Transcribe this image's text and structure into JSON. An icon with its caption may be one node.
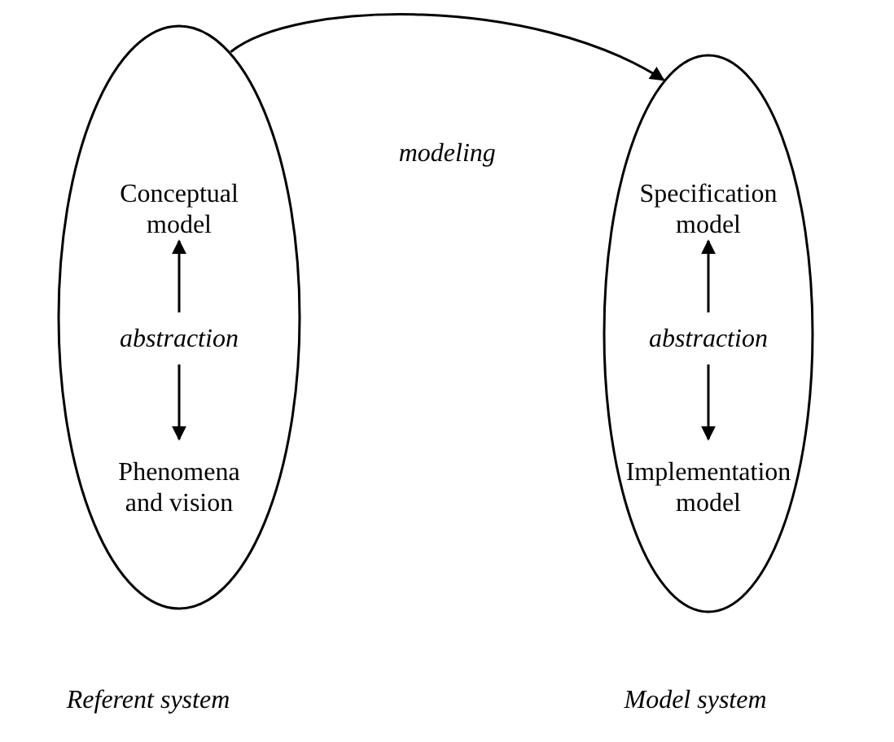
{
  "diagram": {
    "nodes": [
      {
        "text": [],
        "shape": "ellipse",
        "beside": [
          "Referent system"
        ]
      },
      {
        "text": [
          "Conceptual model"
        ],
        "in": 0
      },
      {
        "text": [
          "abstraction"
        ],
        "in": 0
      },
      {
        "text": [
          "Phenomena and vision"
        ],
        "in": 0
      },
      {
        "text": [],
        "shape": "ellipse",
        "beside": [
          "Model system"
        ]
      },
      {
        "text": [
          "Specification model"
        ],
        "in": 4
      },
      {
        "text": [
          "abstraction"
        ],
        "in": 4
      },
      {
        "text": [
          "Implementation model"
        ],
        "in": 4
      }
    ],
    "edges": [
      {
        "from": 0,
        "to": 4,
        "arrow": "to",
        "label": "modeling"
      },
      {
        "from": 2,
        "to": 1,
        "arrow": "to"
      },
      {
        "from": 2,
        "to": 3,
        "arrow": "to"
      },
      {
        "from": 6,
        "to": 5,
        "arrow": "to"
      },
      {
        "from": 6,
        "to": 7,
        "arrow": "to"
      }
    ]
  }
}
